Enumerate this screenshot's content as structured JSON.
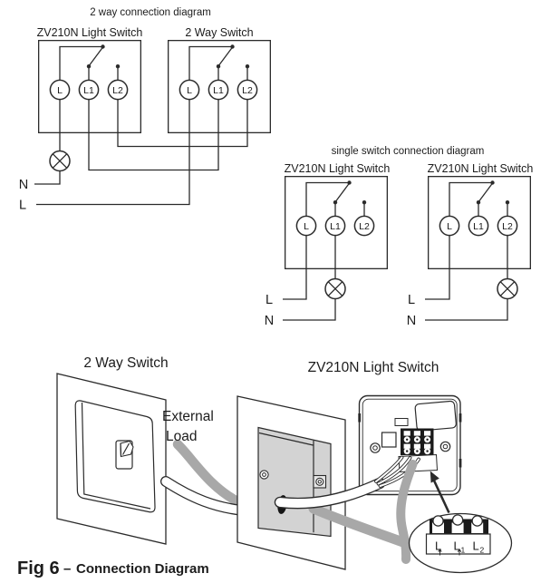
{
  "terminals": {
    "L": "L",
    "L1": "L1",
    "L2": "L2"
  },
  "two_way_section": {
    "title": "2 way connection diagram",
    "boxes": [
      {
        "label": "ZV210N Light Switch"
      },
      {
        "label": "2 Way Switch"
      }
    ],
    "supply": {
      "neutral": "N",
      "live": "L"
    }
  },
  "single_section": {
    "title": "single switch connection diagram",
    "boxes": [
      {
        "label": "ZV210N Light Switch"
      },
      {
        "label": "ZV210N Light Switch"
      }
    ],
    "supply": {
      "live": "L",
      "neutral": "N"
    }
  },
  "illustration": {
    "two_way_switch_label": "2 Way Switch",
    "zv210n_label": "ZV210N Light Switch",
    "external_load_line1": "External",
    "external_load_line2": "Load",
    "callout": {
      "l": "L",
      "l1_main": "L",
      "l1_sub": "1",
      "l2_main": "L",
      "l2_sub": "2"
    }
  },
  "caption": {
    "fig": "Fig 6",
    "separator": "–",
    "label": "Connection Diagram"
  },
  "colors": {
    "line": "#2b2b2b",
    "box_gray": "#d3d3d3",
    "cable_gray": "#a8a8a8",
    "background": "#ffffff"
  }
}
